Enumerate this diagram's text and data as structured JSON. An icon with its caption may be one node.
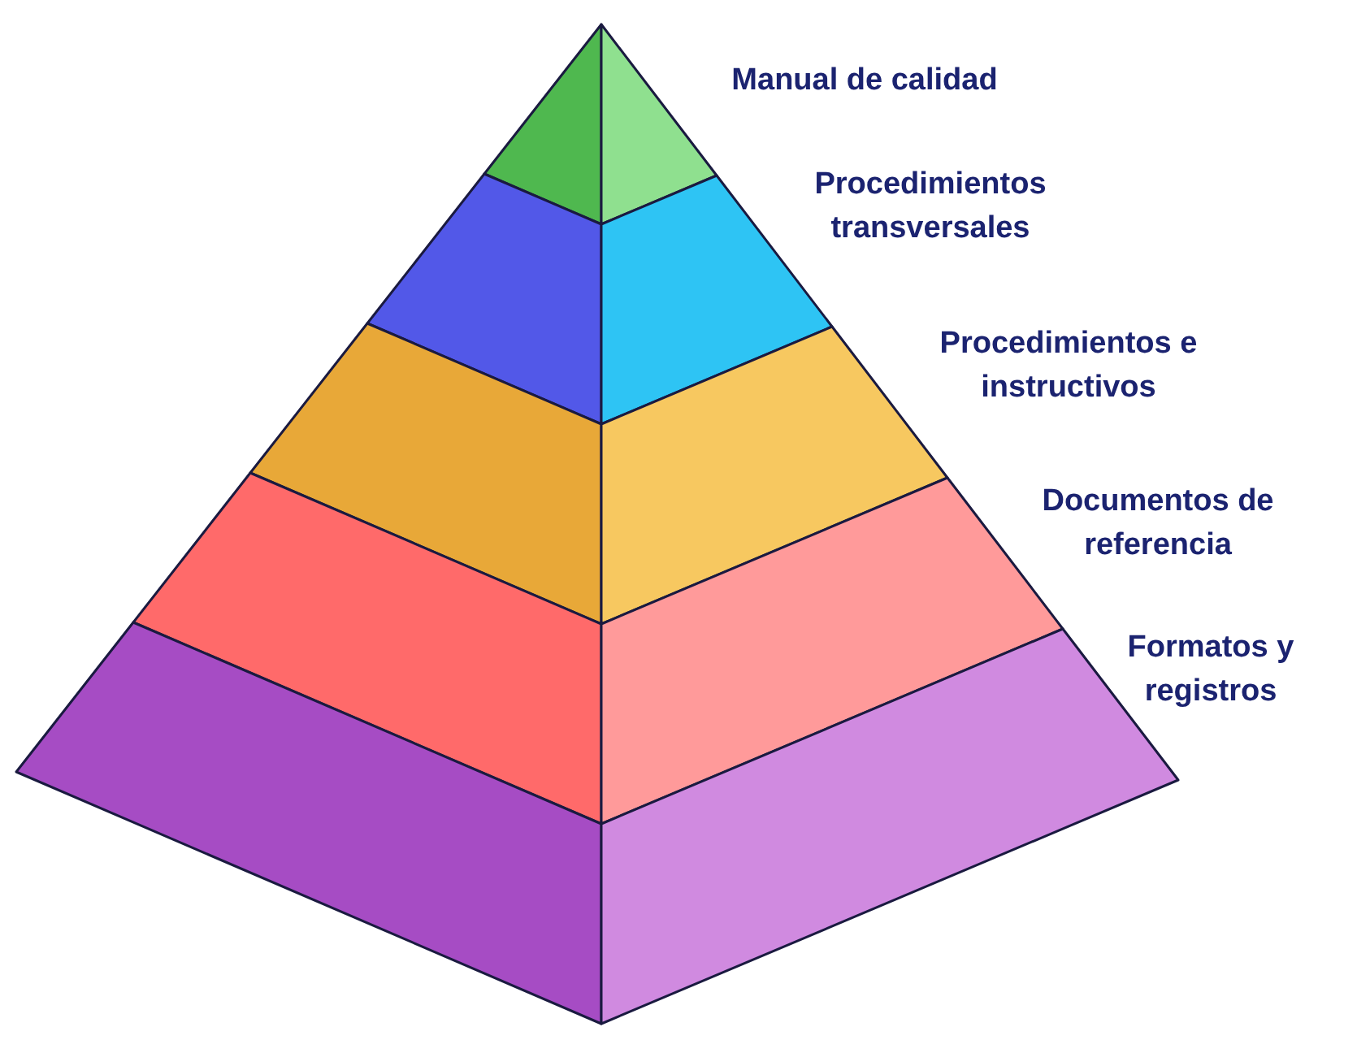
{
  "diagram": {
    "nodes": [
      {
        "text": [
          "Manual de calidad"
        ]
      },
      {
        "text": [
          "Procedimientos transversales"
        ]
      },
      {
        "text": [
          "Procedimientos e instructivos"
        ]
      },
      {
        "text": [
          "Documentos de referencia"
        ]
      },
      {
        "text": [
          "Formatos y registros"
        ]
      }
    ]
  }
}
